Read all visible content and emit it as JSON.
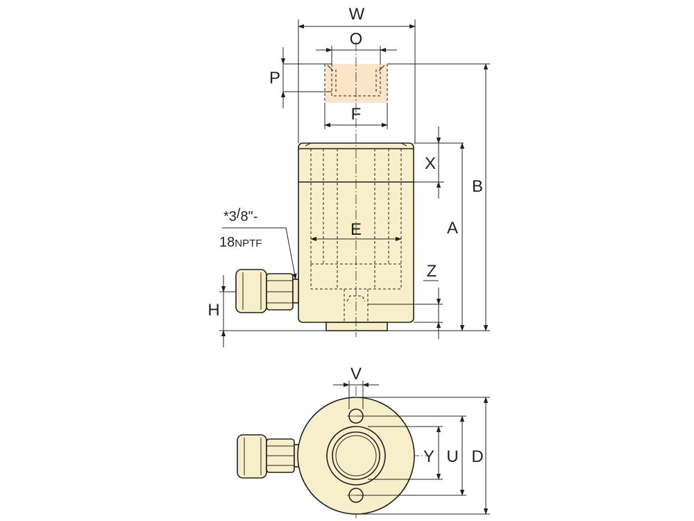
{
  "colors": {
    "body": "#f7efc9",
    "saddle": "#fbe5c6",
    "line": "#231f20"
  },
  "labels": {
    "W": "W",
    "O": "O",
    "P": "P",
    "F": "F",
    "X": "X",
    "B": "B",
    "A": "A",
    "E": "E",
    "Z": "Z",
    "H": "H",
    "V": "V",
    "Y": "Y",
    "U": "U",
    "D": "D"
  },
  "port_note": {
    "line1_prefix": "*3",
    "line1_slash": "/",
    "line1_suffix": "8\"-",
    "line2_num": "18",
    "line2_text": "NPTF"
  }
}
